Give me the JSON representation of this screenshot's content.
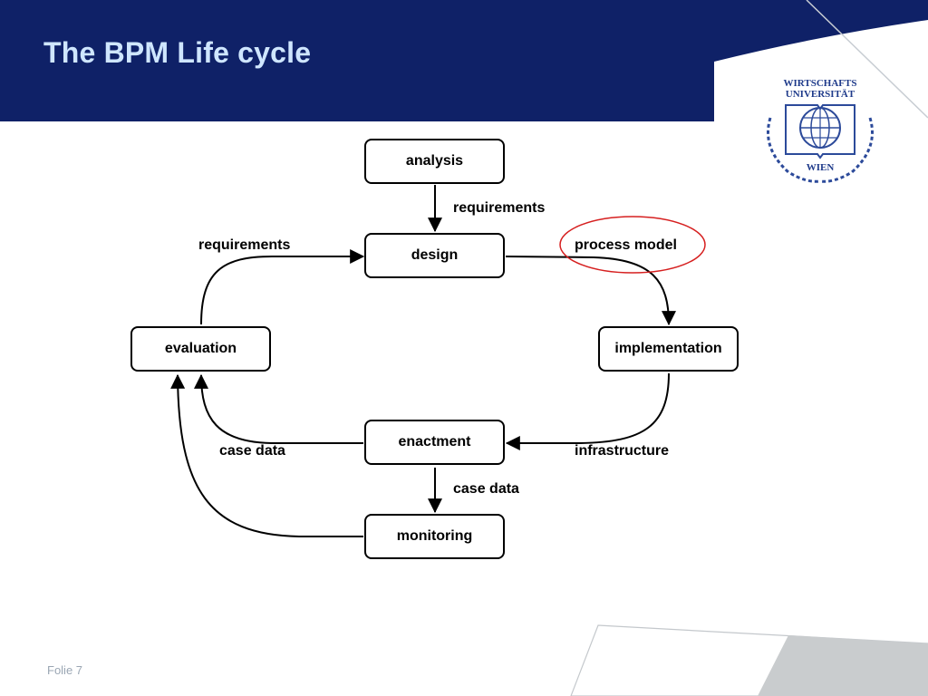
{
  "slide": {
    "title": "The BPM Life cycle",
    "footer": "Folie 7"
  },
  "logo": {
    "line1": "WIRTSCHAFTS",
    "line2": "UNIVERSITÄT",
    "line3": "WIEN"
  },
  "diagram": {
    "nodes": {
      "analysis": "analysis",
      "design": "design",
      "implementation": "implementation",
      "enactment": "enactment",
      "monitoring": "monitoring",
      "evaluation": "evaluation"
    },
    "edges": {
      "analysis_to_design": "requirements",
      "evaluation_to_design": "requirements",
      "design_to_implementation": "process model",
      "implementation_to_enactment": "infrastructure",
      "enactment_to_evaluation": "case data",
      "enactment_to_monitoring": "case data"
    }
  },
  "colors": {
    "header_band": "#0f2167",
    "title_text": "#cfe6ff",
    "highlight_ellipse": "#d62020",
    "footer_text": "#9aa6b3"
  }
}
